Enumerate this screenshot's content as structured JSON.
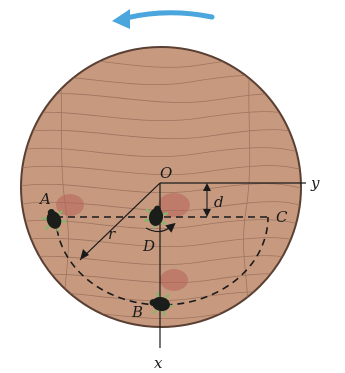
{
  "labels": {
    "A": "A",
    "B": "B",
    "C": "C",
    "D": "D",
    "O": "O",
    "r": "r",
    "d": "d",
    "x": "x",
    "y": "y"
  },
  "colors": {
    "disk_fill": "#c79a7f",
    "disk_stroke": "#5a3f33",
    "grain": "#8e6553",
    "rotation_arrow": "#4aa6dc",
    "shadow": "#b7625a",
    "beetle_body": "#1b1d1a",
    "beetle_leg": "#7fb86a",
    "lines": "#1a1a1a"
  },
  "icons": {
    "rotation": "curved-arrow-icon",
    "beetle": "beetle-icon"
  }
}
